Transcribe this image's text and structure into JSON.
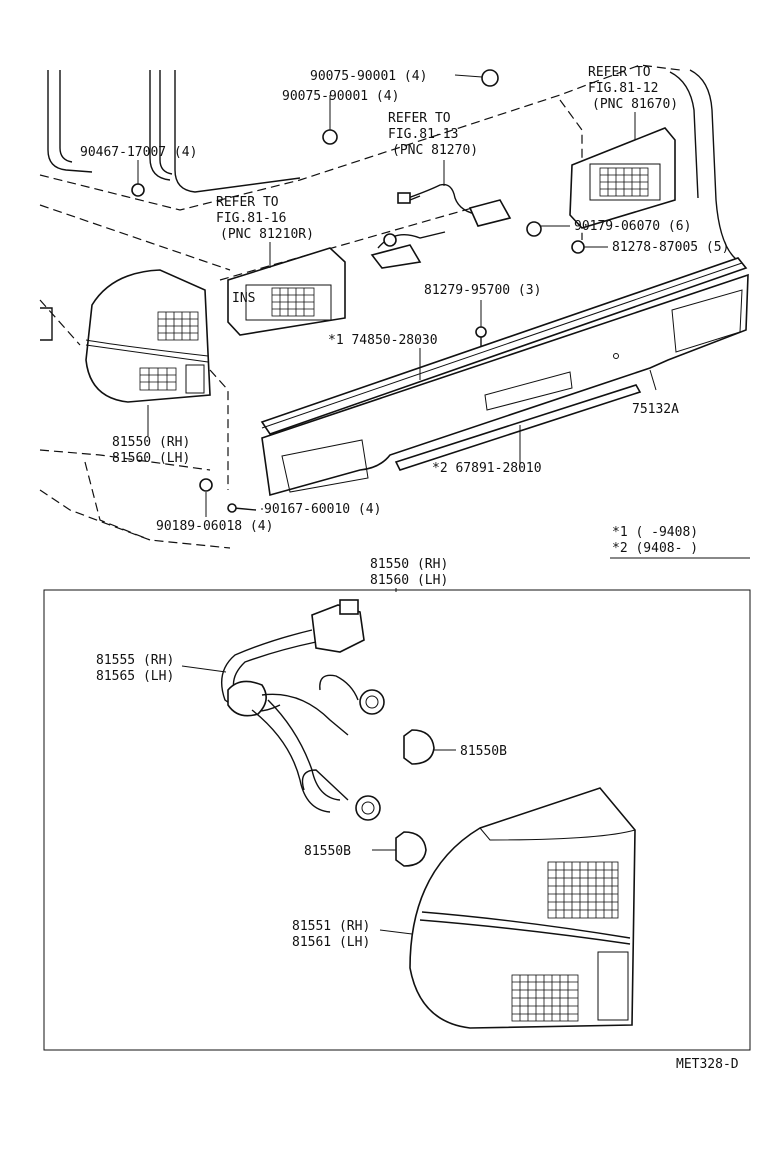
{
  "labels": {
    "bolt_a": "90075-90001 (4)",
    "bolt_b": "90075-90001 (4)",
    "clip_top": "90467-17007 (4)",
    "refer_a": [
      "REFER TO",
      "FIG.81-13",
      "(PNC 81270)"
    ],
    "refer_b": [
      "REFER TO",
      "FIG.81-12",
      "(PNC 81670)"
    ],
    "refer_c": [
      "REFER TO",
      "FIG.81-16",
      "(PNC 81210R)"
    ],
    "nut_a": "90179-06070 (6)",
    "nut_b": "81278-87005 (5)",
    "screw_a": "81279-95700 (3)",
    "garnish": "*1 74850-28030",
    "panel": "75132A",
    "lamp_assy": [
      "81550 (RH)",
      "81560 (LH)"
    ],
    "molding": "*2 67891-28010",
    "nut_c": "90189-06018 (4)",
    "screw_b": "90167-60010 (4)",
    "note1": "*1 (     -9408)",
    "note2": "*2 (9408-     )",
    "detail_title": [
      "81550 (RH)",
      "81560 (LH)"
    ],
    "socket": [
      "81555 (RH)",
      "81565 (LH)"
    ],
    "bulb_a": "81550B",
    "bulb_b": "81550B",
    "lens": [
      "81551 (RH)",
      "81561 (LH)"
    ],
    "diagram_id": "MET328-D"
  }
}
